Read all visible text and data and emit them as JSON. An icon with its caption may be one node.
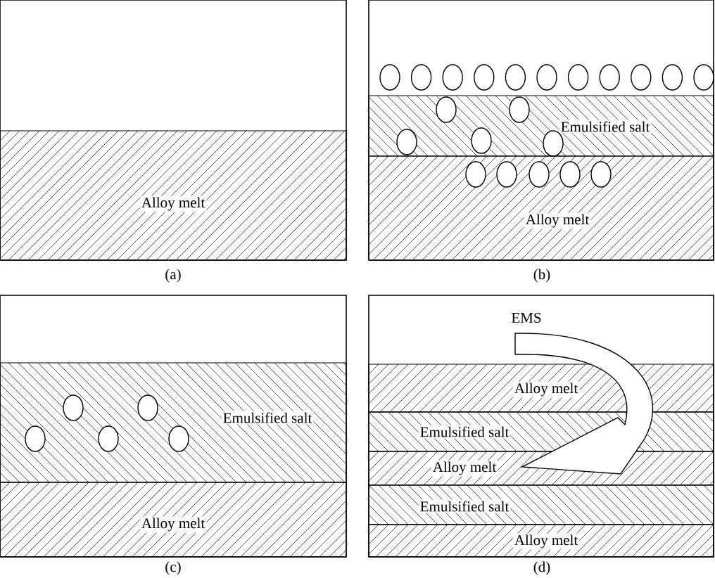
{
  "diagram": {
    "nodes": [
      {
        "text": [
          "Alloy melt"
        ]
      },
      {
        "text": [
          "Emulsified salt"
        ]
      },
      {
        "text": [
          "Alloy melt"
        ]
      },
      {
        "text": [
          "Emulsified salt"
        ]
      },
      {
        "text": [
          "Alloy melt"
        ]
      },
      {
        "text": [
          "Alloy melt"
        ]
      },
      {
        "text": [
          "Emulsified salt"
        ]
      },
      {
        "text": [
          "Alloy melt"
        ]
      },
      {
        "text": [
          "Emulsified salt"
        ]
      },
      {
        "text": [
          "Alloy melt"
        ]
      }
    ],
    "labels": [
      "(a)",
      "(b)",
      "(c)",
      "EMS",
      "(d)"
    ]
  }
}
